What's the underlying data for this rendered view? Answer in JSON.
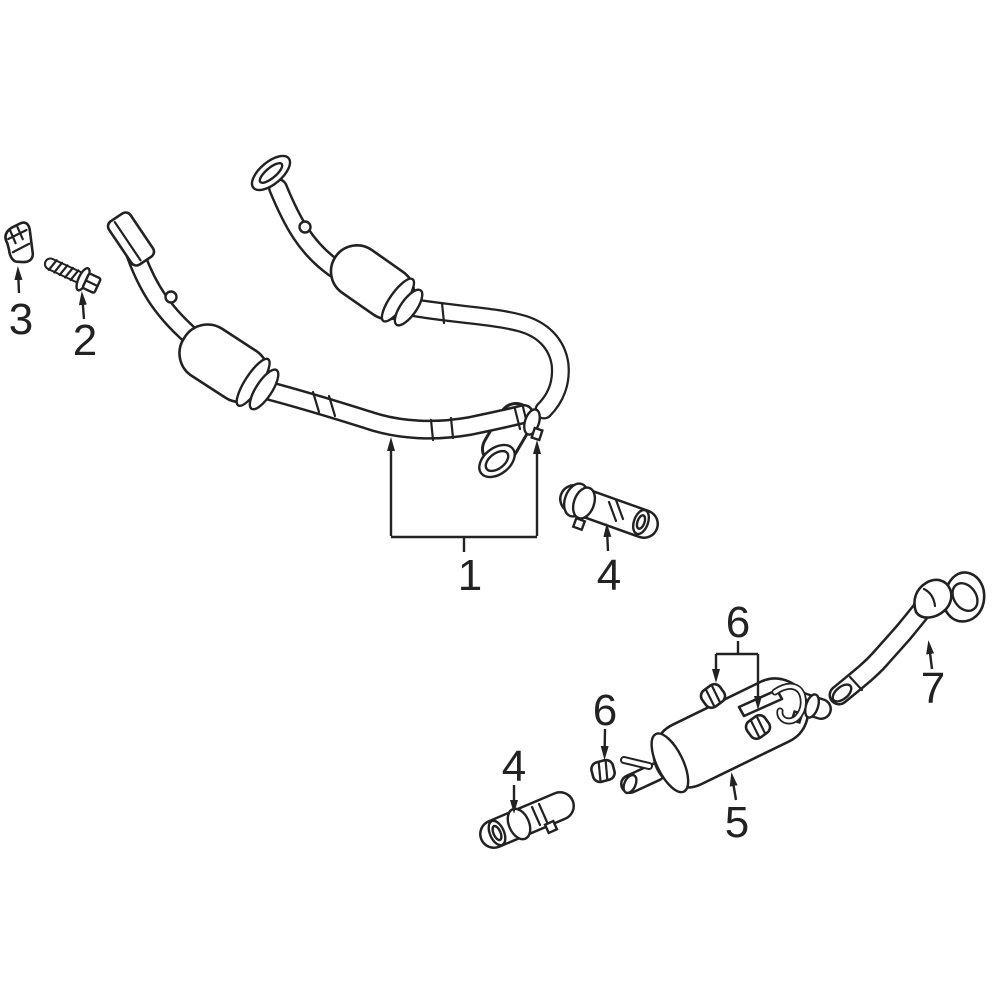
{
  "diagram": {
    "background_color": "#ffffff",
    "line_color": "#222222",
    "callouts": [
      {
        "label": "1"
      },
      {
        "label": "2"
      },
      {
        "label": "3"
      },
      {
        "label": "4"
      },
      {
        "label": "4"
      },
      {
        "label": "5"
      },
      {
        "label": "6"
      },
      {
        "label": "6"
      },
      {
        "label": "7"
      }
    ]
  }
}
